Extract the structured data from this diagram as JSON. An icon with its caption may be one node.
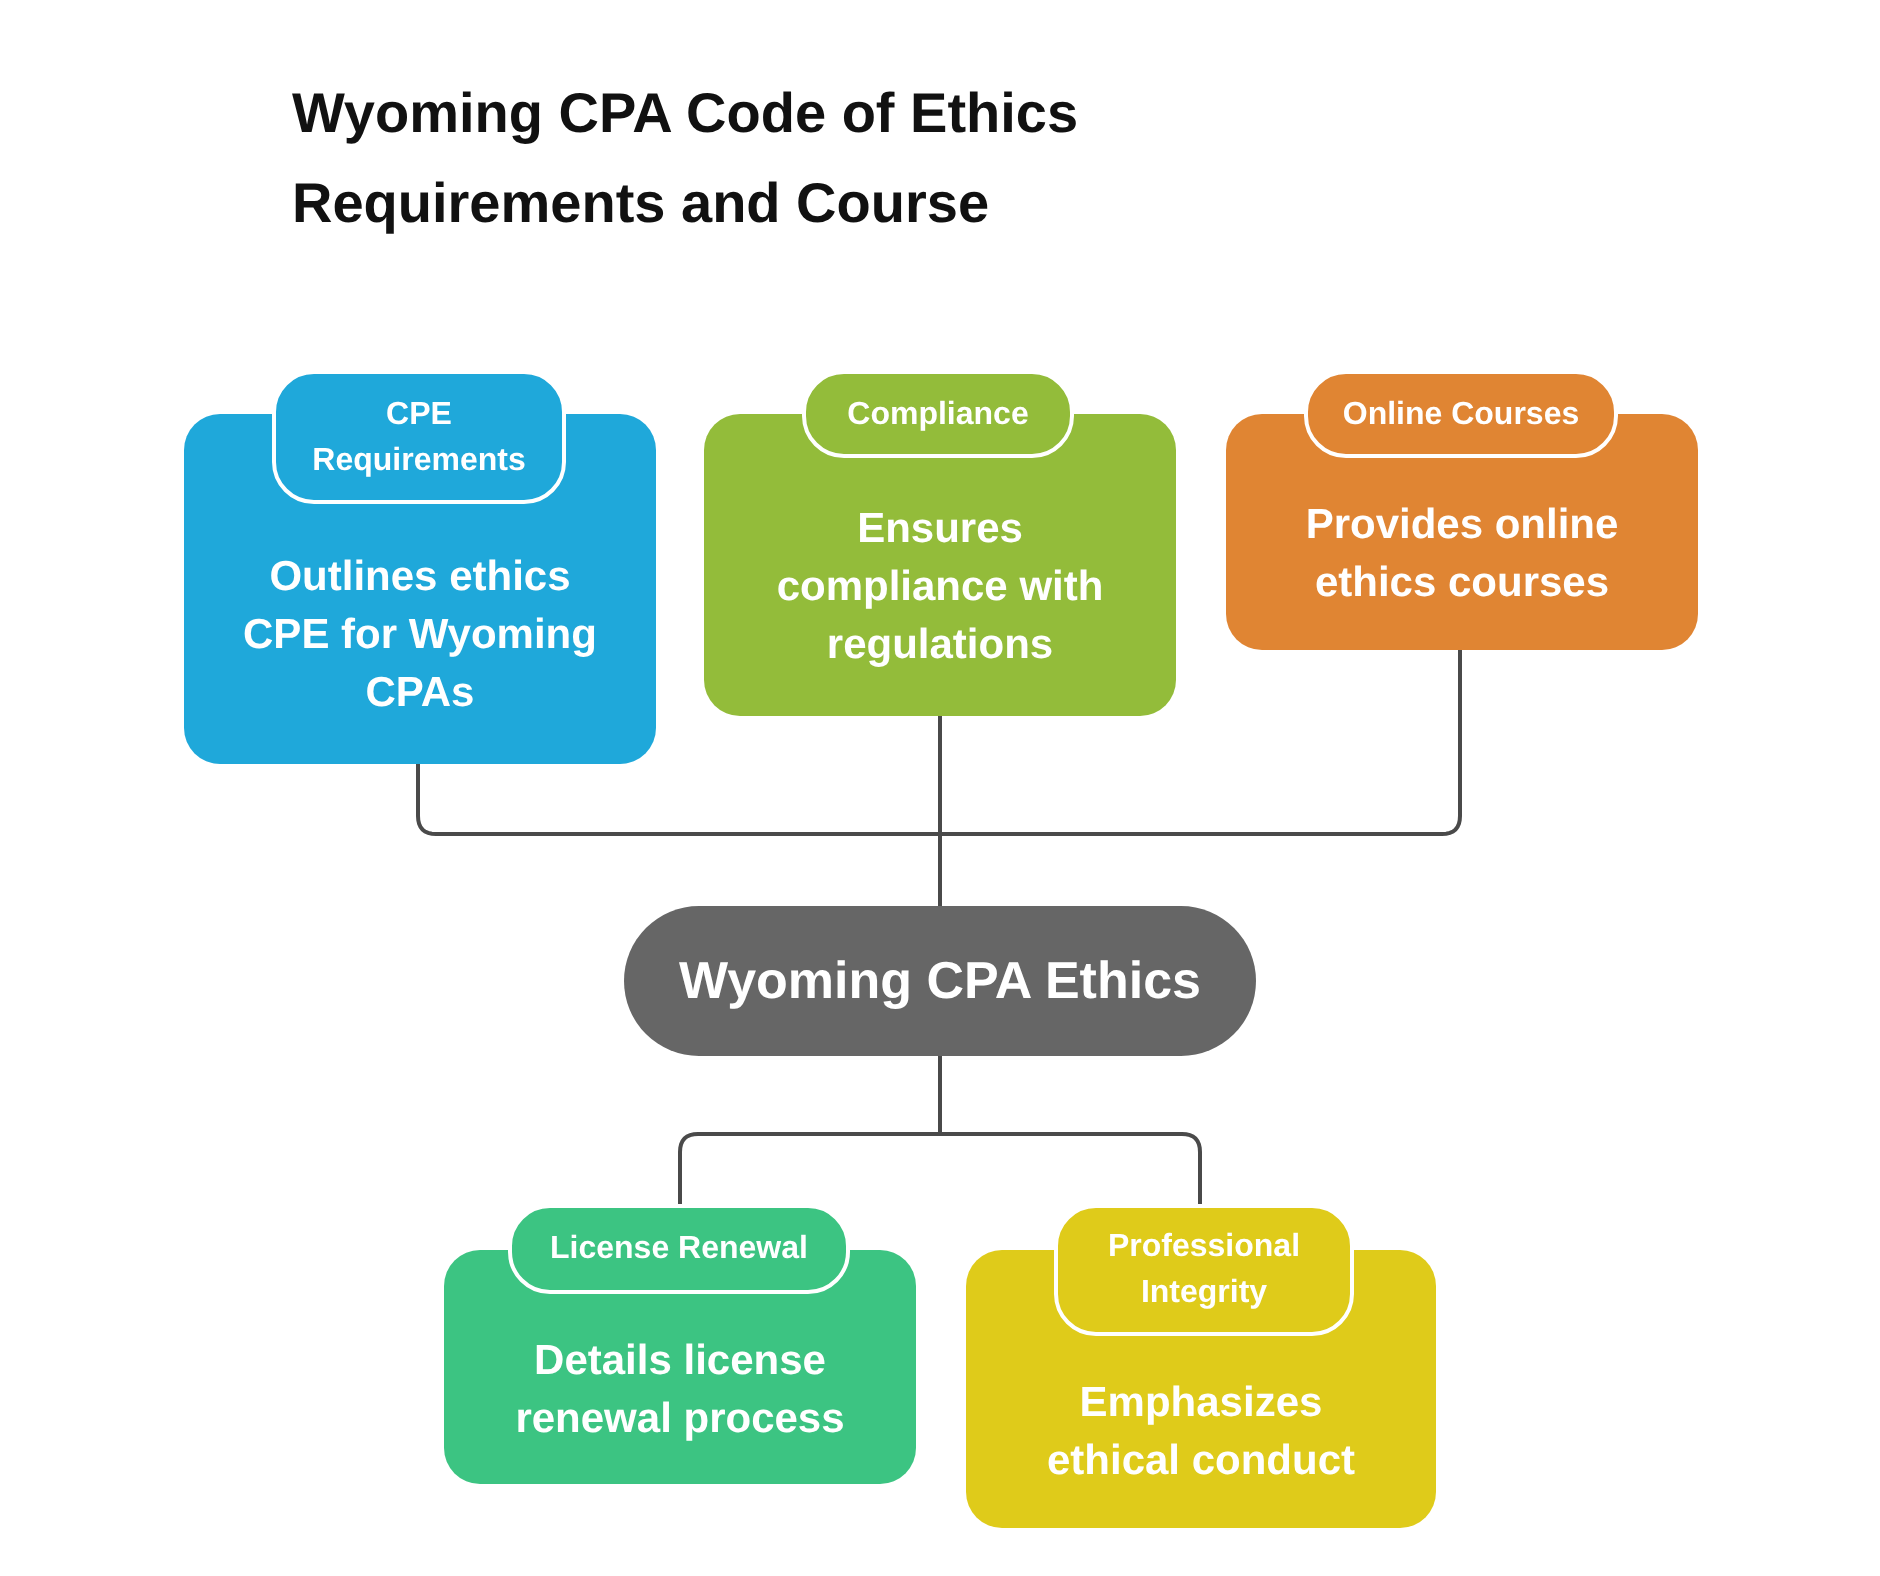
{
  "diagram": {
    "title": "Wyoming CPA Code of Ethics Requirements and Course",
    "nodes": [
      {
        "text": [
          "CPE Requirements",
          "Outlines ethics CPE for Wyoming CPAs"
        ]
      },
      {
        "text": [
          "Compliance",
          "Ensures compliance with regulations"
        ]
      },
      {
        "text": [
          "Online Courses",
          "Provides online ethics courses"
        ]
      },
      {
        "text": [
          "Wyoming CPA Ethics"
        ]
      },
      {
        "text": [
          "License Renewal",
          "Details license renewal process"
        ]
      },
      {
        "text": [
          "Professional Integrity",
          "Emphasizes ethical conduct"
        ]
      }
    ],
    "edges": [
      {
        "from": 3,
        "to": 0,
        "arrow": "none"
      },
      {
        "from": 3,
        "to": 1,
        "arrow": "none"
      },
      {
        "from": 3,
        "to": 2,
        "arrow": "none"
      },
      {
        "from": 3,
        "to": 4,
        "arrow": "none"
      },
      {
        "from": 3,
        "to": 5,
        "arrow": "none"
      }
    ]
  }
}
